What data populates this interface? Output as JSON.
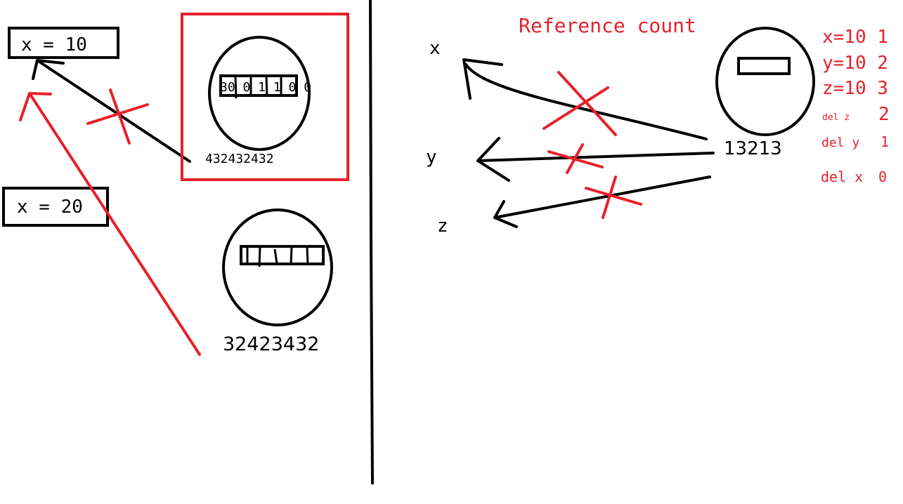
{
  "colors": {
    "ink": "#000000",
    "accent": "#e8202a",
    "background": "#ffffff"
  },
  "left_panel": {
    "box_x10": "x = 10",
    "box_x20": "x = 20",
    "object_top_cells": "30 0 1 1 0 0",
    "object_top_address": "432432432",
    "object_bottom_address": "32423432"
  },
  "right_panel": {
    "title": "Reference count",
    "var_x": "x",
    "var_y": "y",
    "var_z": "z",
    "object_address": "13213",
    "counts": [
      {
        "text": "x=10 1"
      },
      {
        "text": "y=10 2"
      },
      {
        "text": "z=10 3"
      },
      {
        "text": "del z",
        "value": "2"
      },
      {
        "text": "del y",
        "value": "1"
      },
      {
        "text": "del x",
        "value": "0"
      }
    ]
  }
}
